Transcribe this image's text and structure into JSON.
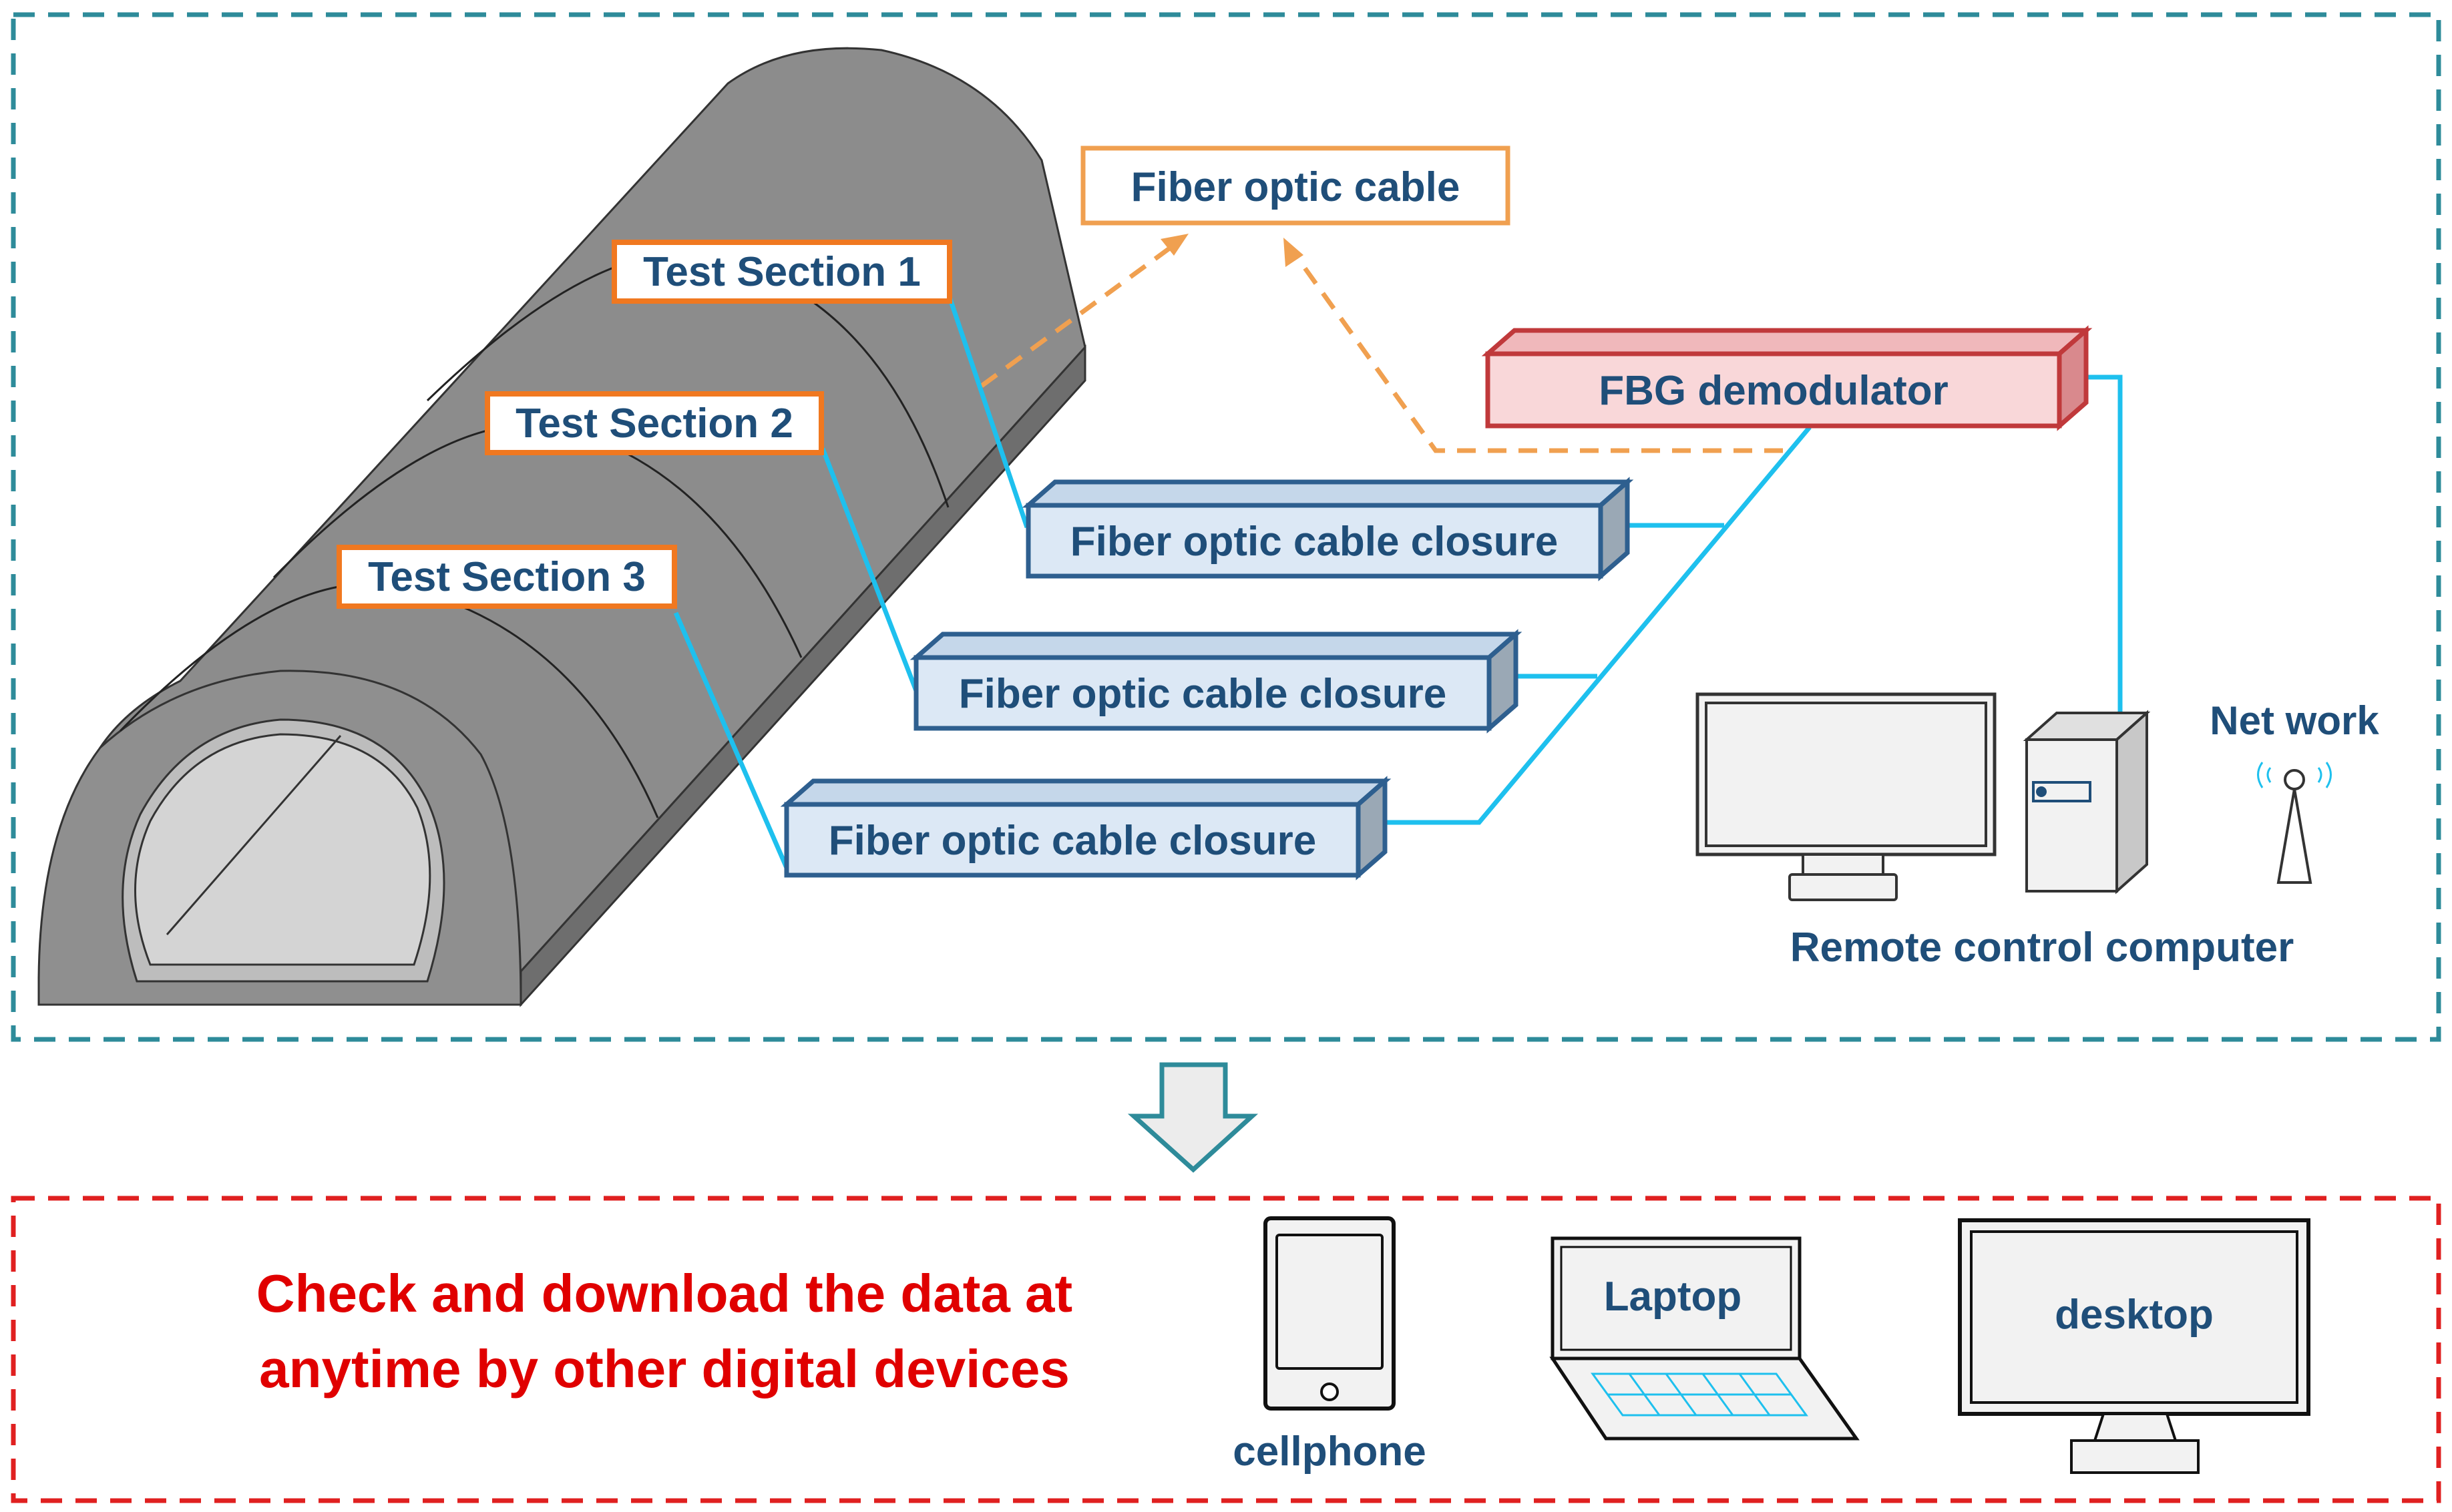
{
  "labels": {
    "fiber_optic_cable": "Fiber optic cable",
    "test_section_1": "Test Section 1",
    "test_section_2": "Test Section 2",
    "test_section_3": "Test Section 3",
    "fbg_demodulator": "FBG demodulator",
    "closure_1": "Fiber optic cable closure",
    "closure_2": "Fiber optic cable closure",
    "closure_3": "Fiber optic cable closure",
    "network": "Net work",
    "remote_computer": "Remote control computer",
    "message_line1": "Check and download the data at",
    "message_line2": "anytime by other digital devices",
    "cellphone": "cellphone",
    "laptop": "Laptop",
    "desktop": "desktop"
  },
  "colors": {
    "monitoring_frame": "#2e8b9a",
    "devices_frame": "#e02020",
    "label_border": "#f07820",
    "closure_fill": "#dce8f5",
    "closure_border": "#2e5f8f",
    "demodulator_fill": "#f9d7d9",
    "demodulator_border": "#c0393b",
    "connector_line": "#1ec0ee",
    "dashed_arrow": "#f0a050",
    "text_blue": "#1f4e79",
    "text_red": "#e00000",
    "tunnel_gray": "#8c8c8c"
  }
}
